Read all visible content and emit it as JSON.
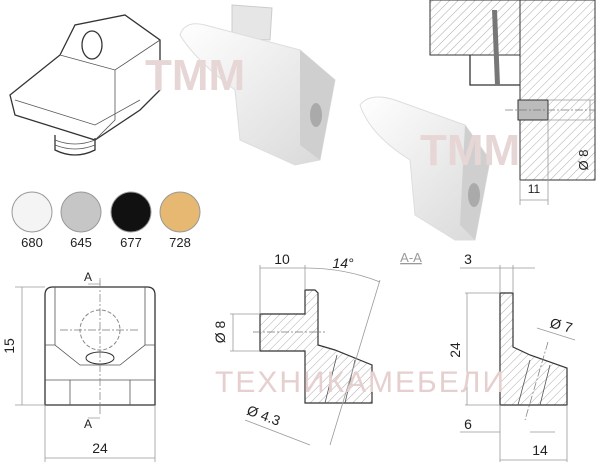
{
  "watermark": {
    "logo_text": "TMM",
    "brand_text": "ТЕХНИКАМЕБЕЛИ"
  },
  "swatches": [
    {
      "code": "680",
      "color": "#f4f4f4"
    },
    {
      "code": "645",
      "color": "#c6c6c6"
    },
    {
      "code": "677",
      "color": "#111111"
    },
    {
      "code": "728",
      "color": "#e6b872"
    }
  ],
  "front_view": {
    "section_mark": "A",
    "height": "15",
    "width": "24"
  },
  "side_view": {
    "thread_length": "10",
    "angle": "14°",
    "thread_diameter": "Ø 8",
    "hole_diameter": "Ø 4.3"
  },
  "section_view": {
    "title": "A-A",
    "top_width": "3",
    "height": "24",
    "hole_diameter": "Ø 7",
    "bottom_offset": "6",
    "depth": "14"
  },
  "mount_view": {
    "diameter": "Ø 8",
    "depth": "11"
  }
}
